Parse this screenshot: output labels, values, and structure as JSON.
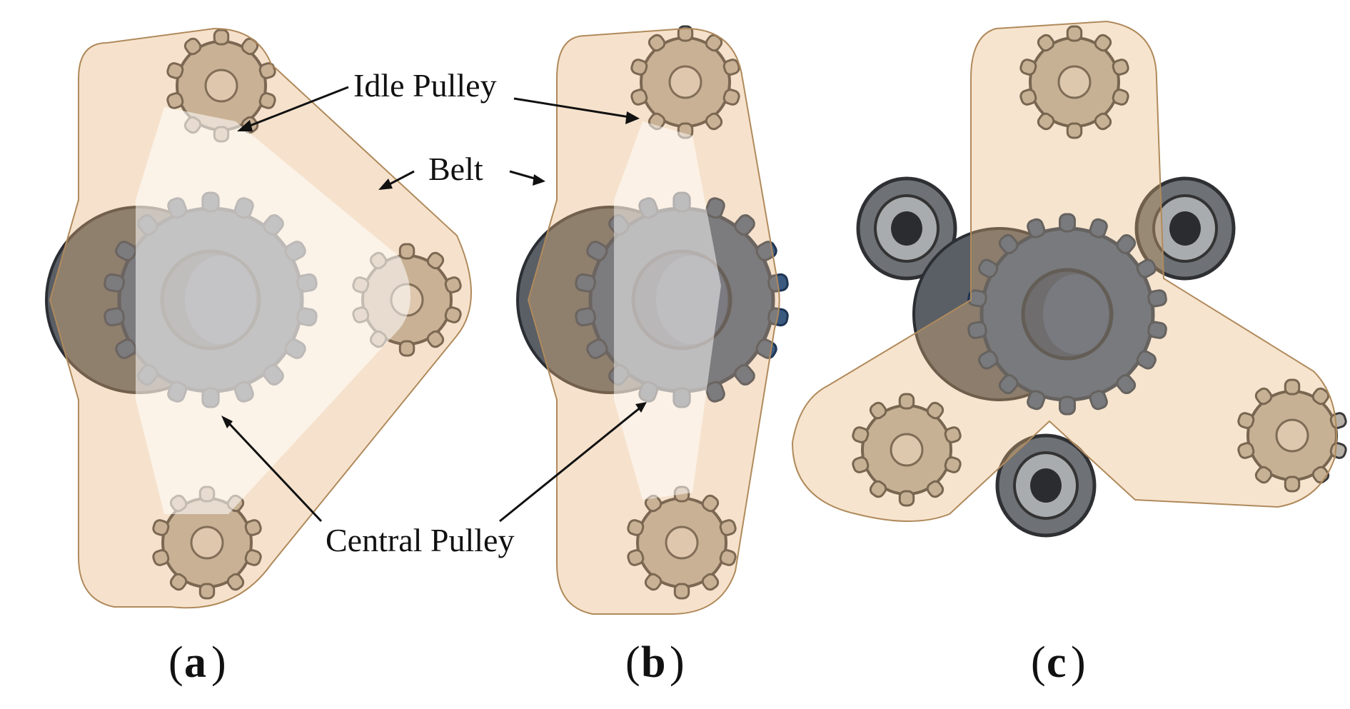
{
  "labels": {
    "idle_pulley": "Idle Pulley",
    "belt": "Belt",
    "central_pulley": "Central Pulley"
  },
  "captions": {
    "a": "a",
    "b": "b",
    "c": "c"
  },
  "colors": {
    "belt": "#e7b478",
    "belt_edge": "#b08a5c",
    "central_pulley": "#3b5a80",
    "central_pulley_dark": "#1f3552",
    "idle_pulley": "#b6b0a6",
    "gear_back": "#555a60",
    "bearing": "#8a8d90"
  }
}
